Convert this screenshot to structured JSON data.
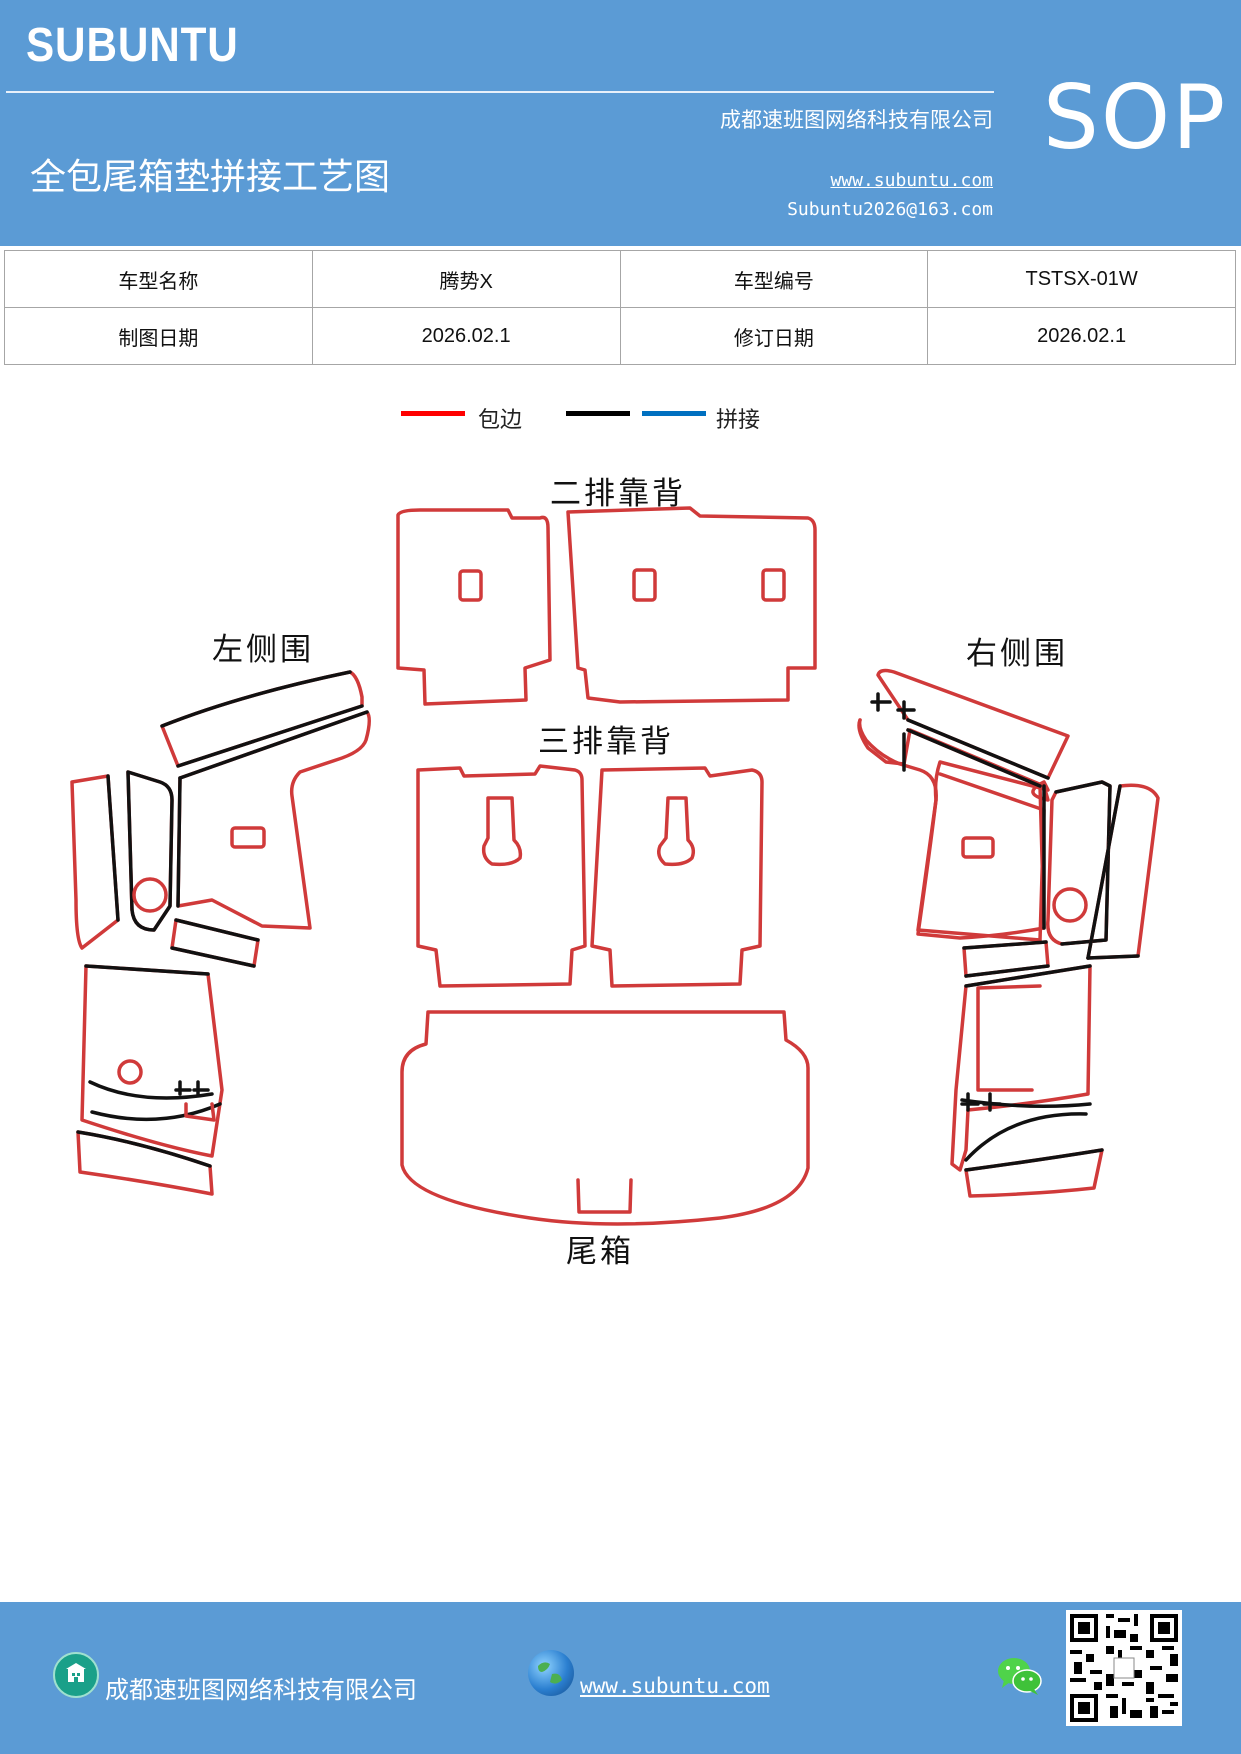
{
  "header": {
    "brand": "SUBUNTU",
    "company": "成都速班图网络科技有限公司",
    "title": "全包尾箱垫拼接工艺图",
    "website": "www.subuntu.com",
    "email": "Subuntu2026@163.com",
    "sop": "SOP"
  },
  "info_table": {
    "rows": [
      {
        "label1": "车型名称",
        "value1": "腾势X",
        "label2": "车型编号",
        "value2": "TSTSX-01W"
      },
      {
        "label1": "制图日期",
        "value1": "2026.02.1",
        "label2": "修订日期",
        "value2": "2026.02.1"
      }
    ]
  },
  "legend": {
    "items": [
      {
        "label": "包边",
        "color": "#ff0000"
      },
      {
        "label": "",
        "color": "#000000"
      },
      {
        "label": "拼接",
        "color": "#0070c0"
      }
    ]
  },
  "diagram": {
    "labels": {
      "second_row": "二排靠背",
      "third_row": "三排靠背",
      "left_side": "左侧围",
      "right_side": "右侧围",
      "trunk": "尾箱"
    },
    "colors": {
      "edge": "#d03a3a",
      "seam": "#111111"
    }
  },
  "footer": {
    "company": "成都速班图网络科技有限公司",
    "website": "www.subuntu.com"
  }
}
